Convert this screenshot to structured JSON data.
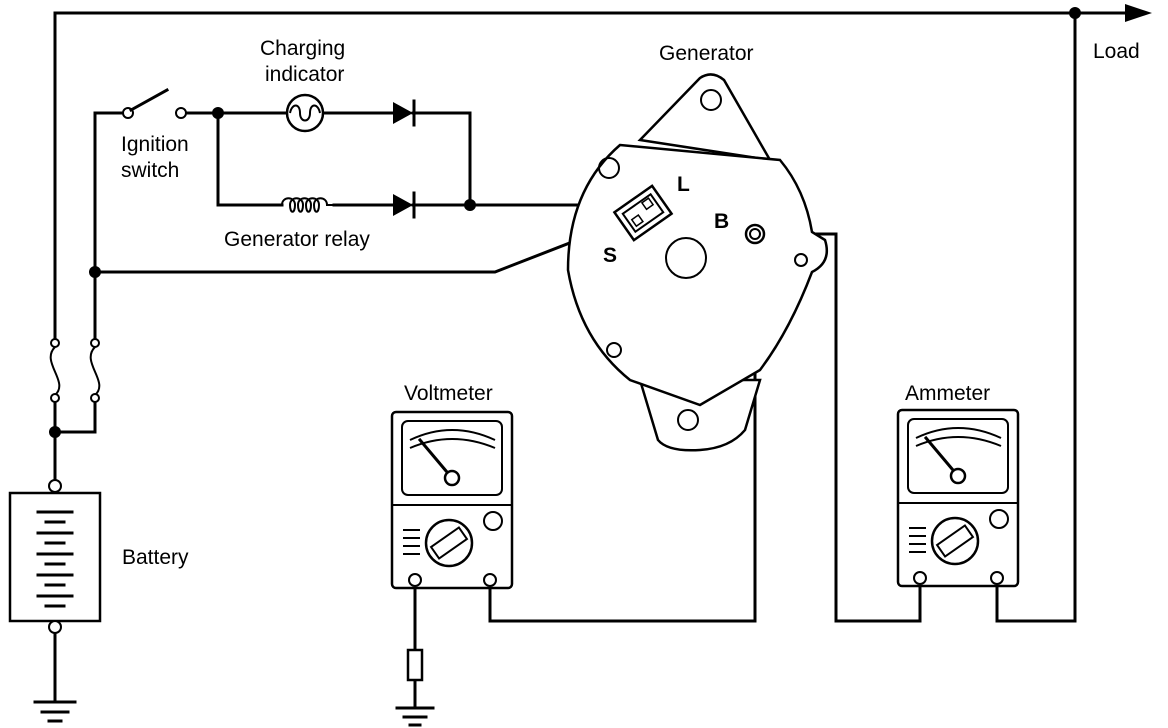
{
  "labels": {
    "load": "Load",
    "charging_indicator_line1": "Charging",
    "charging_indicator_line2": "indicator",
    "generator": "Generator",
    "ignition_switch_line1": "Ignition",
    "ignition_switch_line2": "switch",
    "generator_relay": "Generator relay",
    "terminal_l": "L",
    "terminal_b": "B",
    "terminal_s": "S",
    "voltmeter": "Voltmeter",
    "ammeter": "Ammeter",
    "battery": "Battery"
  }
}
